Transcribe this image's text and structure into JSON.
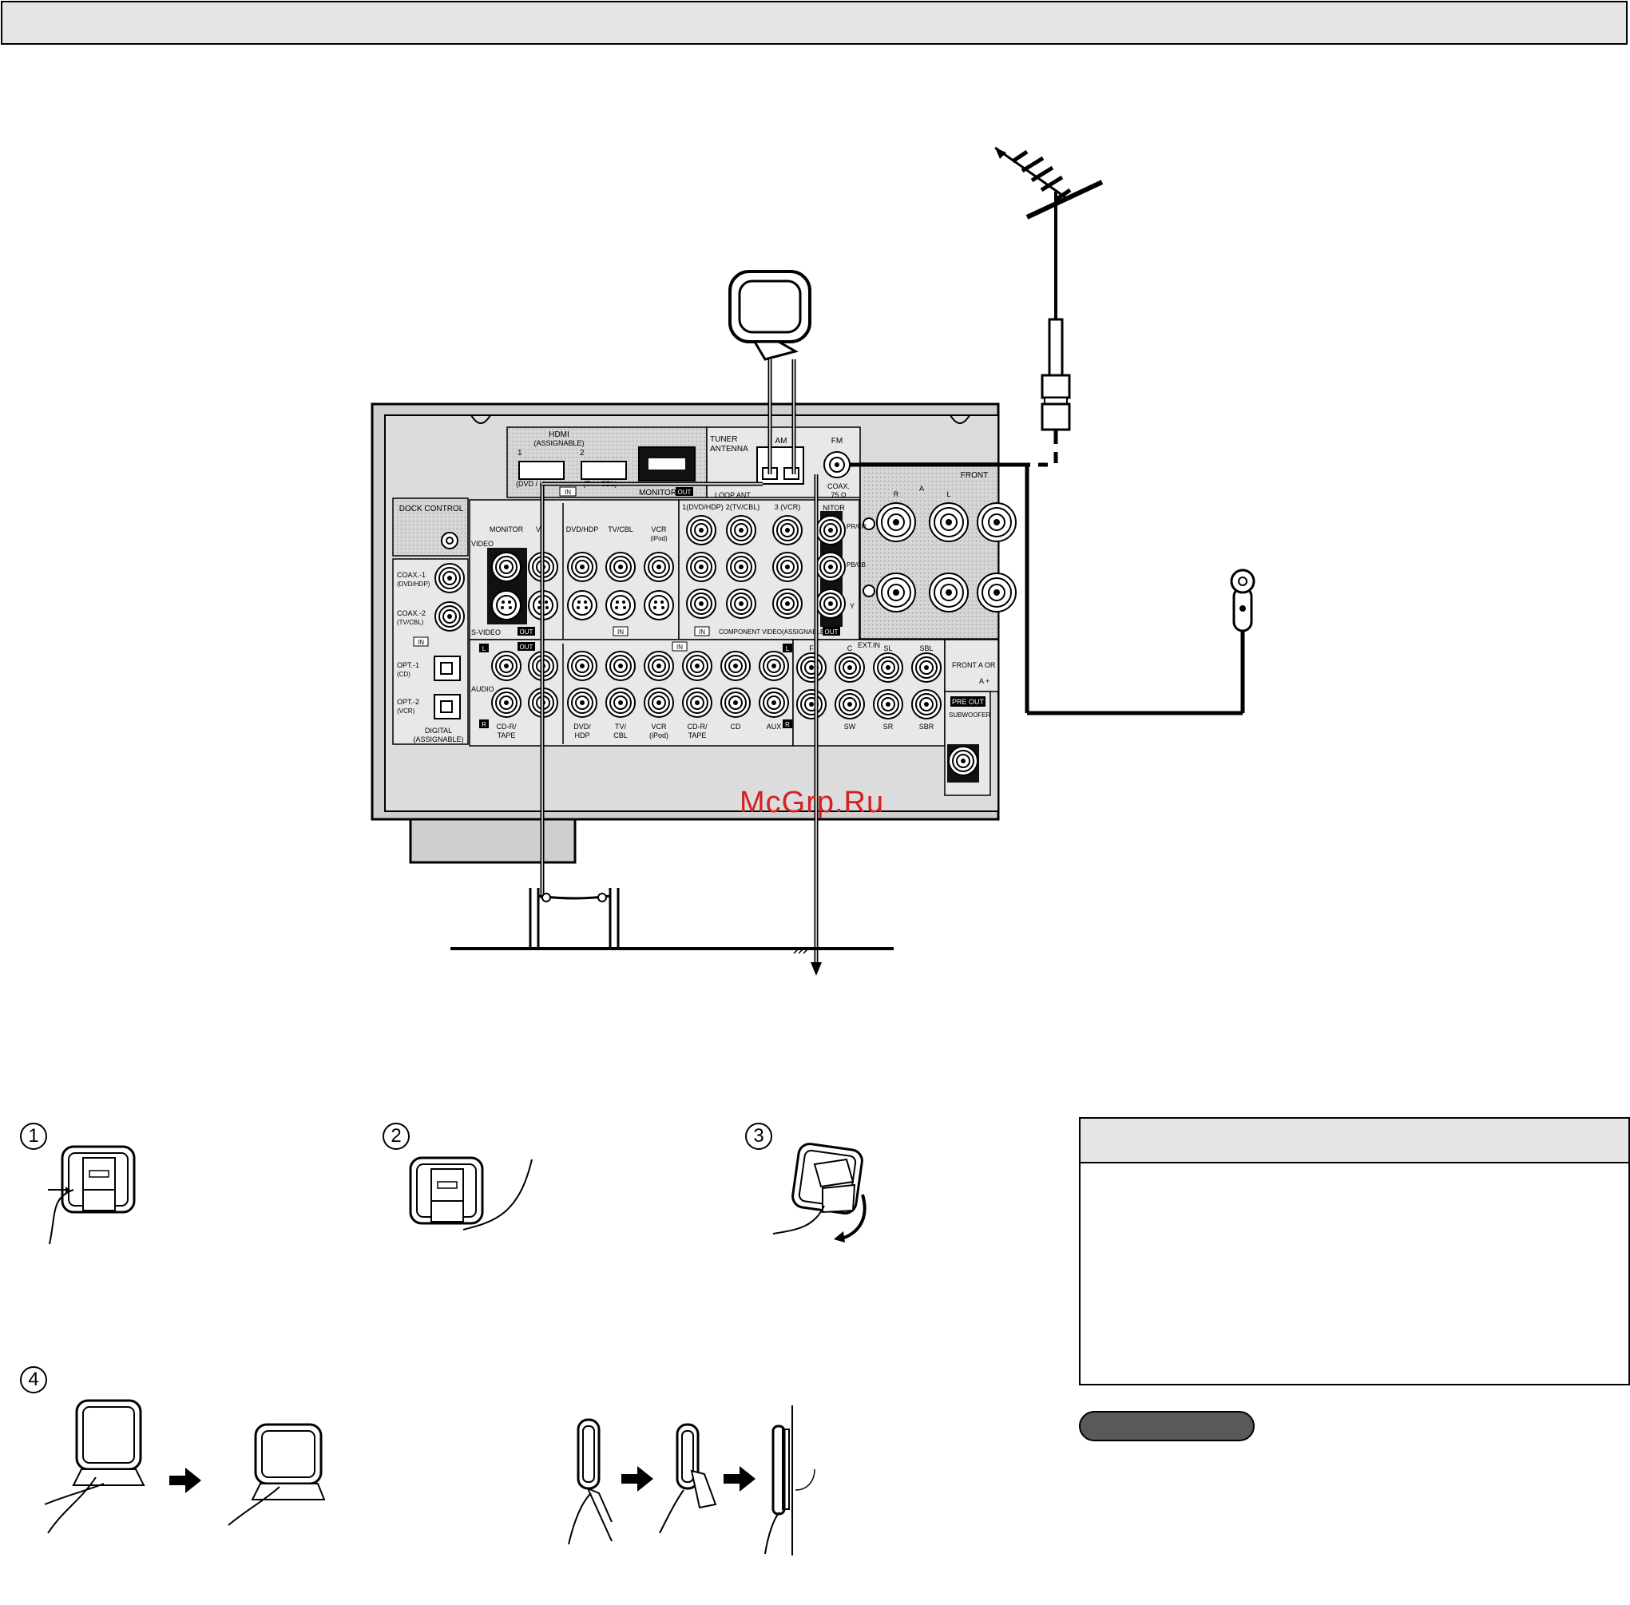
{
  "watermark": "McGrp.Ru",
  "panel": {
    "hdmi_title": "HDMI",
    "hdmi_sub": "(ASSIGNABLE)",
    "hdmi_1": "1",
    "hdmi_2": "2",
    "hdmi_dvd": "(DVD / H",
    "hdmi_tvcbl": "(TV / CBL)",
    "in_badge": "IN",
    "out_badge": "OUT",
    "monitor": "MONITOR",
    "tuner": "TUNER",
    "antenna": "ANTENNA",
    "am": "AM",
    "fm": "FM",
    "loop_ant": "LOOP ANT",
    "coax": "COAX.",
    "ohm": "75 Ω",
    "front": "FRONT",
    "dock_control": "DOCK CONTROL",
    "video": "VIDEO",
    "s_video": "S-VIDEO",
    "audio": "AUDIO",
    "coax1": "COAX.-1",
    "coax1_sub": "(DVD/HDP)",
    "coax2": "COAX.-2",
    "coax2_sub": "(TV/CBL)",
    "opt1": "OPT.-1",
    "opt1_sub": "(CD)",
    "opt2": "OPT.-2",
    "opt2_sub": "(VCR)",
    "digital": "DIGITAL",
    "assignable": "(ASSIGNABLE)",
    "col_monitor": "MONITOR",
    "col_v": "V",
    "col_dvdhdp": "DVD/HDP",
    "col_tvcbl": "TV/CBL",
    "col_vcr": "VCR",
    "col_ipod": "(iPod)",
    "comp_1": "1(DVD/HDP)",
    "comp_2": "2(TV/CBL)",
    "comp_3": "3 (VCR)",
    "comp_monitor": "NITOR",
    "component_video": "COMPONENT VIDEO(ASSIGNABLE)",
    "pr_cr": "PR/CR",
    "pb_cb": "PB/CB",
    "y": "Y",
    "l_badge": "L",
    "r_badge": "R",
    "cdr_tape": "CD-R/",
    "tape": "TAPE",
    "audio_dvd": "DVD/",
    "audio_hdp": "HDP",
    "audio_tv": "TV/",
    "audio_cbl": "CBL",
    "audio_vcr": "VCR",
    "audio_ipod": "(iPod)",
    "audio_cdr": "CD-R/",
    "audio_tape": "TAPE",
    "audio_cd": "CD",
    "audio_aux": "AUX",
    "ext_in": "EXT.IN",
    "ext_f": "F",
    "ext_c": "C",
    "ext_sl": "SL",
    "ext_sbl": "SBL",
    "ext_sw": "SW",
    "ext_sr": "SR",
    "ext_sbr": "SBR",
    "front_a_or": "FRONT A OR",
    "a_plus": "A +",
    "pre_out": "PRE OUT",
    "subwoofer": "SUBWOOFER",
    "spk_r": "R",
    "spk_a": "A",
    "spk_l": "L"
  },
  "steps": {
    "s1": "1",
    "s2": "2",
    "s3": "3",
    "s4": "4"
  }
}
